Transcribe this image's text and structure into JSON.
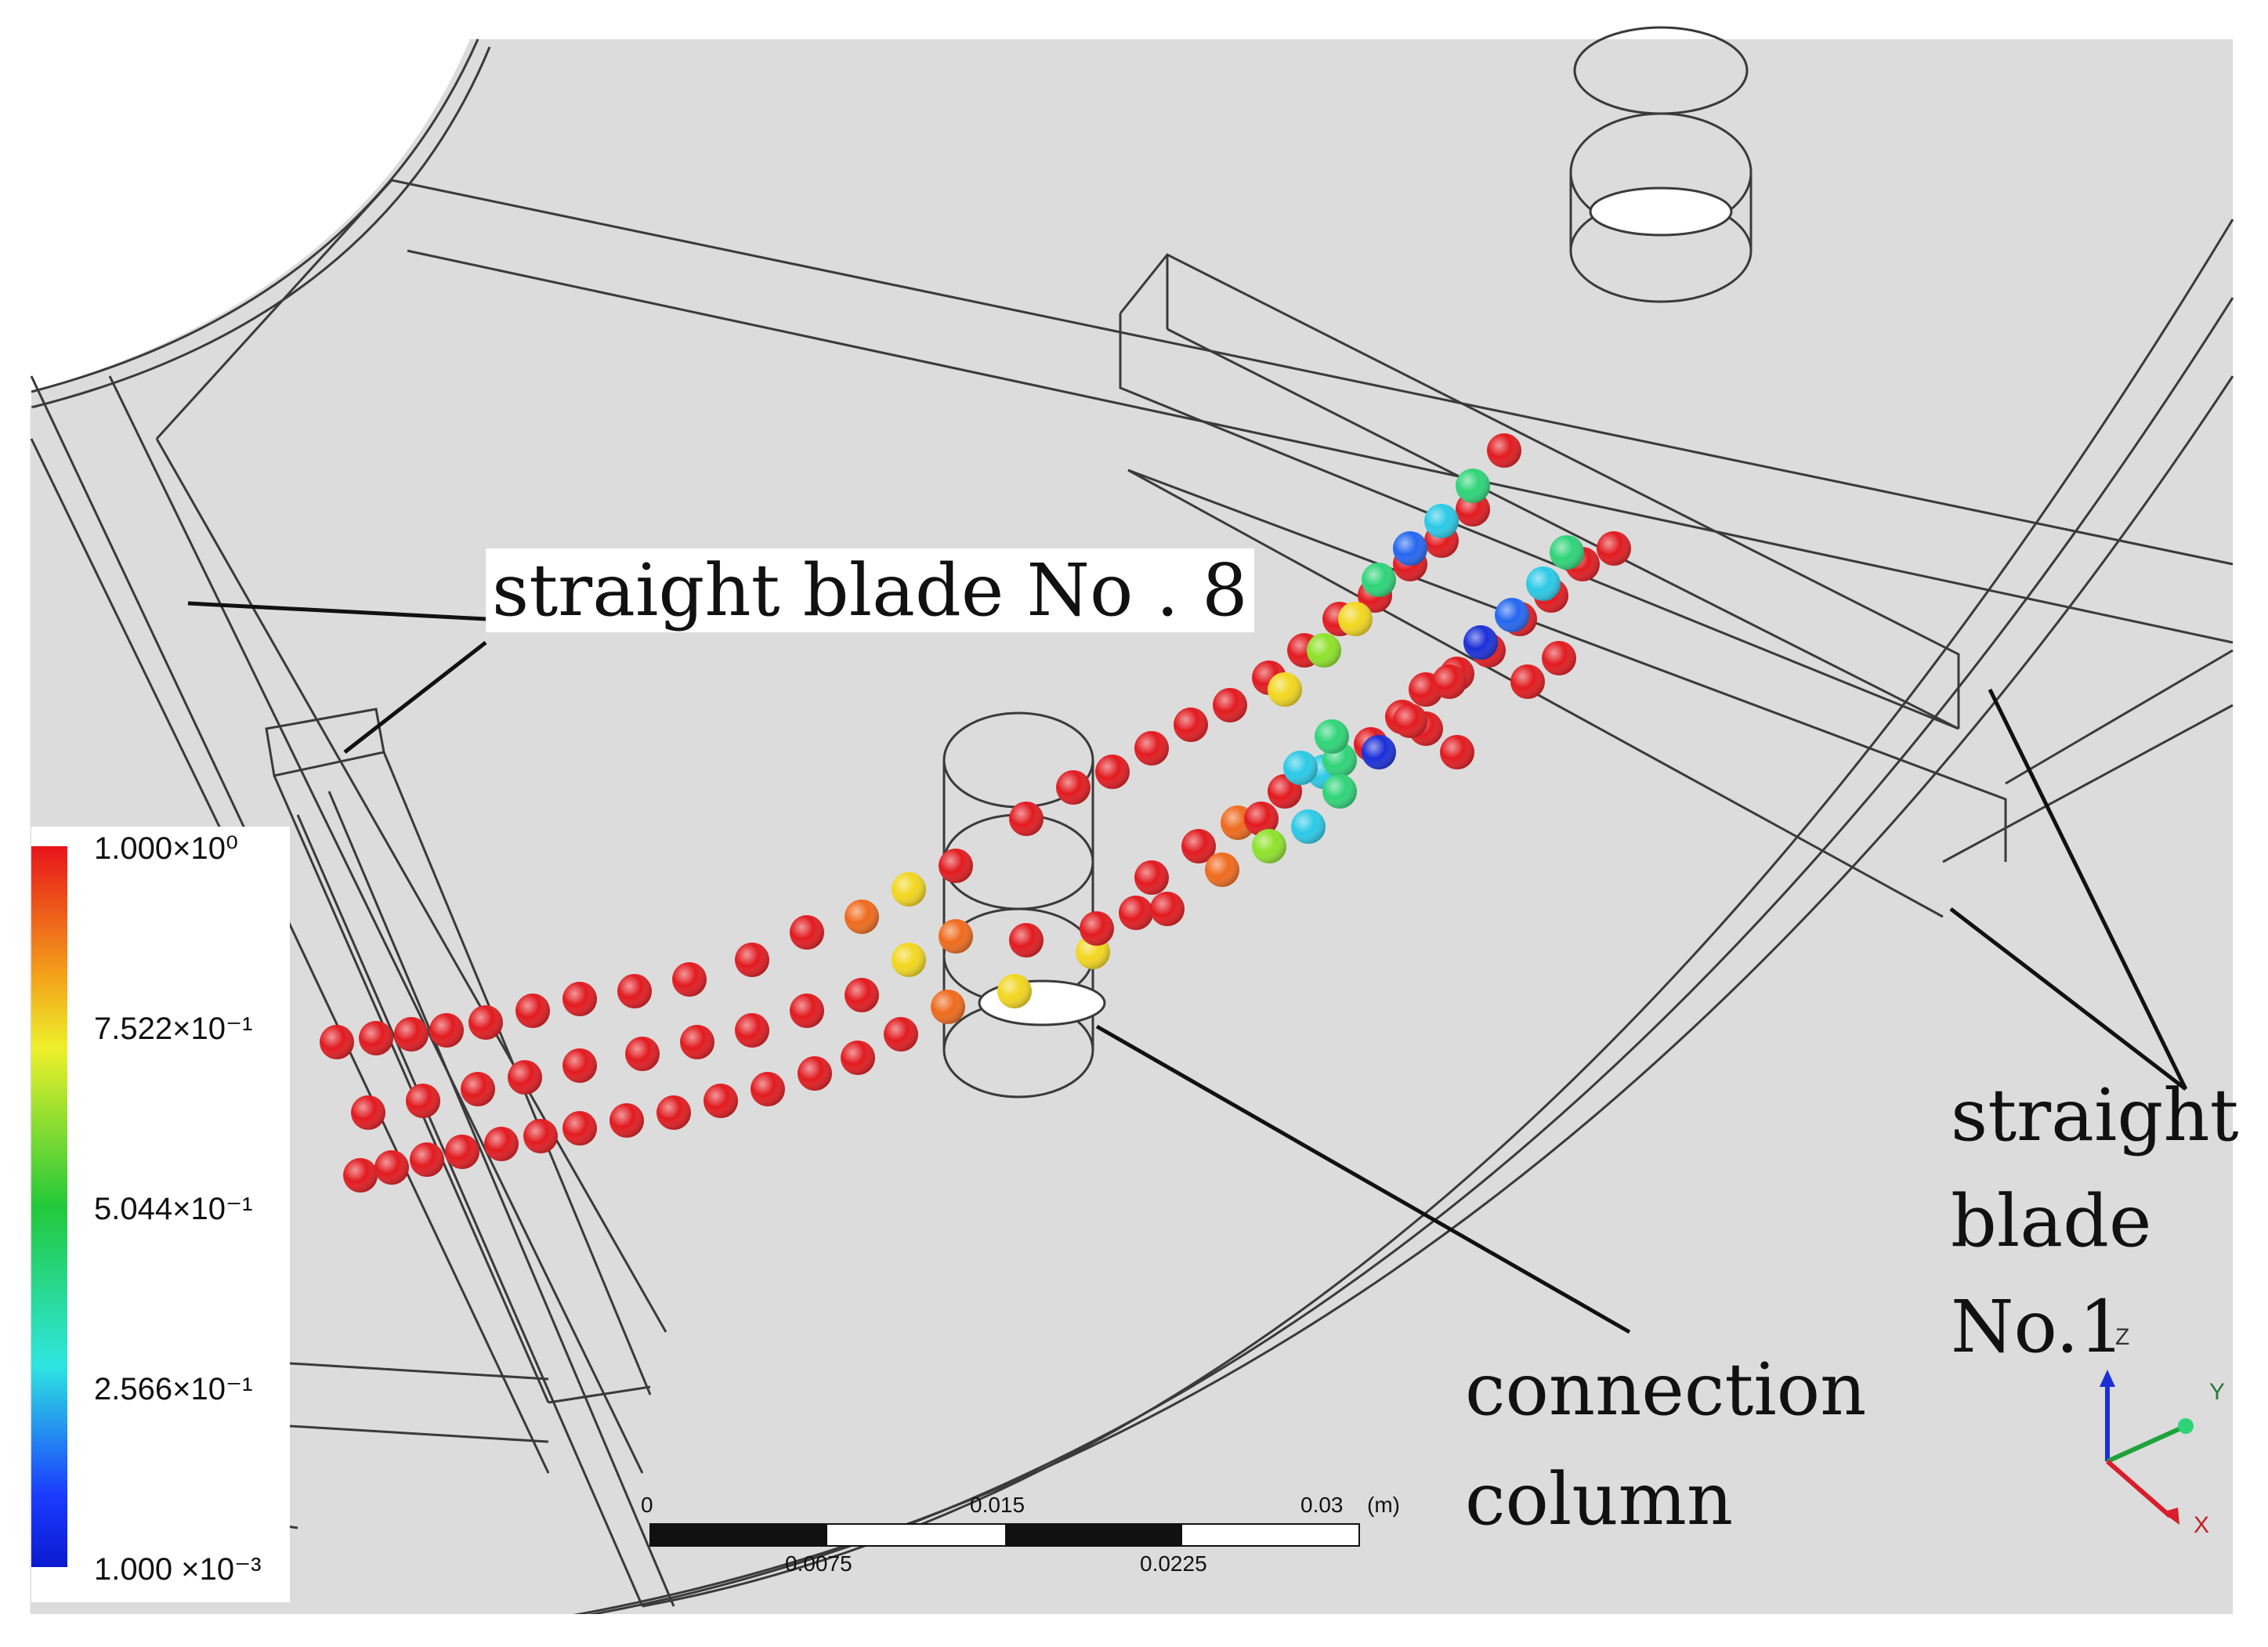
{
  "labels": {
    "blade8": "straight blade No . 8",
    "blade1_l1": "straight",
    "blade1_l2": "blade",
    "blade1_l3": "No.1",
    "column_l1": "connection",
    "column_l2": "column"
  },
  "colorbar": {
    "ticks": [
      "1.000×10⁰",
      "7.522×10⁻¹",
      "5.044×10⁻¹",
      "2.566×10⁻¹",
      "1.000 ×10⁻³"
    ],
    "colors": [
      "#e8141a",
      "#f3a21a",
      "#eef02a",
      "#22c93a",
      "#2ee6e0",
      "#1a3cff",
      "#0a1ad0"
    ]
  },
  "scalebar": {
    "top_ticks": [
      "0",
      "0.015",
      "0.03"
    ],
    "unit": "(m)",
    "bottom_ticks": [
      "0.0075",
      "0.0225"
    ]
  },
  "axes": {
    "x": "X",
    "y": "Y",
    "z": "Z",
    "x_color": "#d81e2a",
    "y_color": "#1ea33a",
    "z_color": "#1a2fd6"
  },
  "particle_colors": {
    "red": "#e21a1f",
    "orange": "#ef6a1c",
    "yellow": "#f2d61e",
    "lime": "#8ee22a",
    "green": "#2ed478",
    "cyan": "#2ac9e6",
    "blue": "#2466f0",
    "darkblue": "#1a2ed8"
  }
}
